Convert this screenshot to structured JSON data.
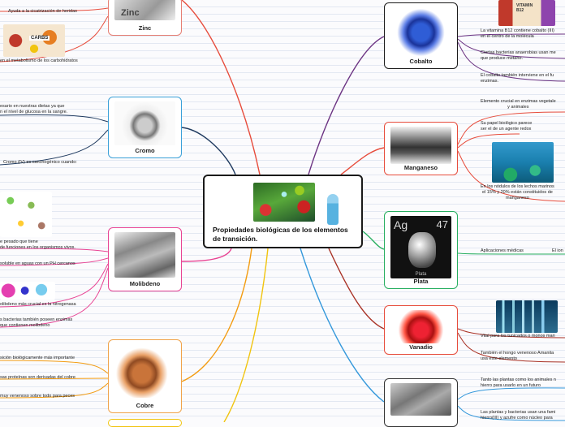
{
  "central": {
    "title": "Propiedades biológicas de los elementos de transición."
  },
  "nodes": {
    "zinc": "Zinc",
    "cromo": "Cromo",
    "molibdeno": "Molibdeno",
    "cobre": "Cobre",
    "cobalto": "Cobalto",
    "manganeso": "Manganeso",
    "plata": "Plata",
    "vanadio": "Vanadio"
  },
  "image_text": {
    "zinc_sign": "Zinc",
    "plata_symbol": "Ag",
    "plata_number": "47",
    "plata_name": "Plata",
    "vitamin": "VITAMIN B12",
    "carbs": "CARBS"
  },
  "leaves": {
    "zinc_1": "Ayuda a la cicatrización de heridas",
    "zinc_2": "en el metabolismo de los carbohidratos",
    "cromo_1": "esario en nuestras dietas ya que",
    "cromo_2": "n el nivel de glucosa en la sangre.",
    "cromo_3": "Cromo (IV) es carcinogénico cuando:",
    "molib_1": "e pesado que tiene",
    "molib_2": "de funciones en los organismos vivos.",
    "molib_3": "soluble en aguas con un PH cercanos",
    "molib_4": "olibdeno más crucial es la nitrogenasa",
    "molib_5": "s bacterias también poseen enzimas",
    "molib_6": "que contienen molibdeno",
    "cobre_1": "sición biológicamente más importante",
    "cobre_2": "sas proteínas son derivadas del cobre",
    "cobre_3": "muy venenoso sobre todo para peces",
    "cobalto_1": "La vitamina B12 contiene cobalto (III)",
    "cobalto_1b": "en el centro de la molécula",
    "cobalto_2": "Ciertas bacterias anaerobias usan me",
    "cobalto_2b": "que produce metano.",
    "cobalto_3": "El cobalto también interviene en el fu",
    "cobalto_3b": "enzimas.",
    "mang_1": "Elemento crucial en enzimas vegetale",
    "mang_1b": "y animales",
    "mang_2": "Su papel biológico parece",
    "mang_2b": "ser el de un agente redox",
    "mang_3": "En los nódulos de los lechos marinos",
    "mang_3b": "el 15% y 20% están constituidos de",
    "mang_3c": "manganeso",
    "plata_1": "Aplicaciones médicas",
    "plata_2": "El ion",
    "van_1": "Vital para los tunicados o monos mari",
    "van_2": "También el hongo venenoso Amanita",
    "van_2b": "usa este elemento",
    "hierro_1": "Tanto las plantas como los animales n",
    "hierro_1b": "hierro para usarlo en un futuro",
    "hierro_2": "Las plantas y bacterias usan una fami",
    "hierro_2b": "hierro(III) y azufre como núcleo para"
  }
}
